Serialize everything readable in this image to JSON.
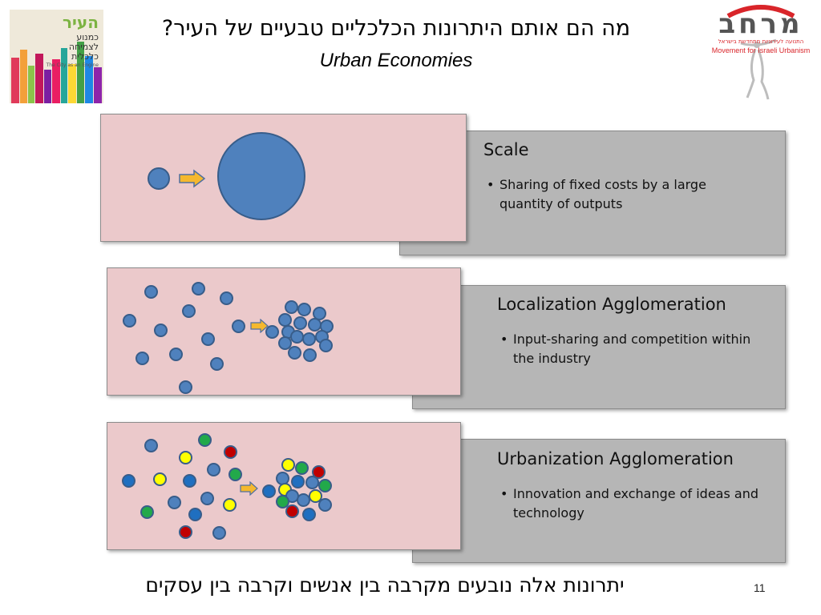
{
  "header": {
    "title_hebrew": "מה הם אותם היתרונות הכלכליים טבעיים של העיר?",
    "title_english": "Urban Economies"
  },
  "thumbnail": {
    "line1": "העיר",
    "line2": "כמנוע",
    "line3": "לצמיחה",
    "line4": "כלכלית",
    "line5": "The City as an Engine"
  },
  "logo": {
    "hebrew": "מרחב",
    "subtitle_hebrew": "התנועה לעירוניות מתחדשת בישראל",
    "subtitle_english": "Movement for Israeli Urbanism",
    "accent_color": "#d9252a"
  },
  "rows": [
    {
      "heading": "Scale",
      "bullet": "Sharing of fixed costs by a large quantity of outputs"
    },
    {
      "heading": "Localization Agglomeration",
      "bullet": "Input-sharing and competition within the industry"
    },
    {
      "heading": "Urbanization Agglomeration",
      "bullet": "Innovation and exchange of ideas and technology"
    }
  ],
  "bullet_char": "•",
  "colors": {
    "pink_panel": "#ebc9cb",
    "gray_panel": "#b6b6b6",
    "circle_blue": "#4f81bd",
    "circle_dark_blue": "#1f6fc0",
    "circle_green": "#22a94a",
    "circle_yellow": "#ffff00",
    "circle_red": "#c00000",
    "arrow_fill": "#f5b82e"
  },
  "footer": {
    "text_hebrew": "יתרונות אלה נובעים מקרבה בין אנשים וקרבה בין עסקים",
    "page_number": "11"
  }
}
